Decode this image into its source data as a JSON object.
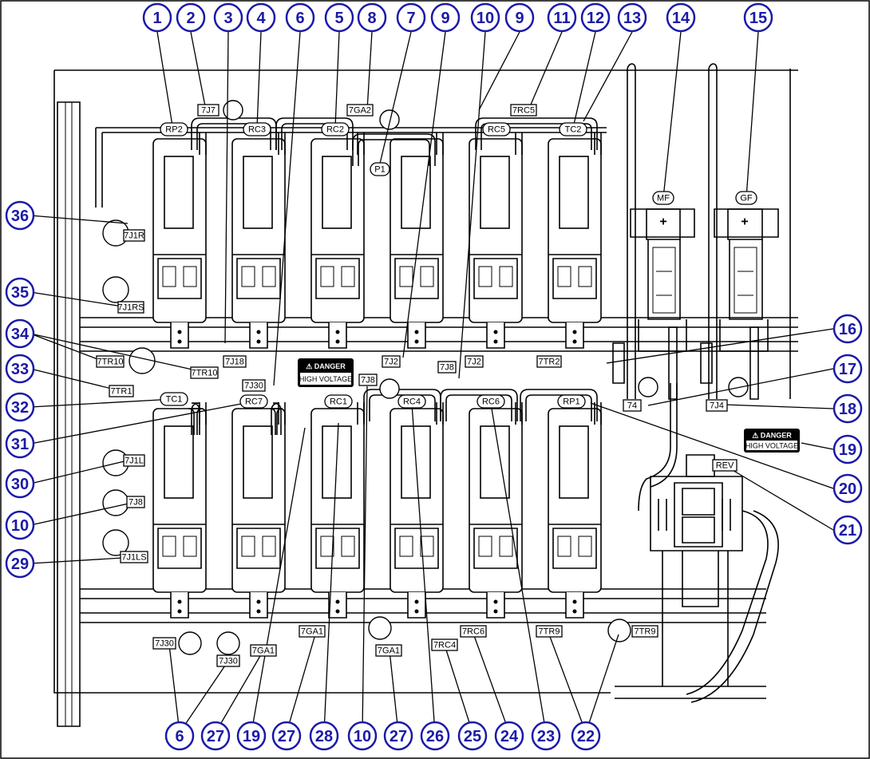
{
  "callouts": [
    {
      "id": "c1",
      "label": "1"
    },
    {
      "id": "c2",
      "label": "2"
    },
    {
      "id": "c3",
      "label": "3"
    },
    {
      "id": "c4",
      "label": "4"
    },
    {
      "id": "c6a",
      "label": "6"
    },
    {
      "id": "c5",
      "label": "5"
    },
    {
      "id": "c8",
      "label": "8"
    },
    {
      "id": "c7",
      "label": "7"
    },
    {
      "id": "c9a",
      "label": "9"
    },
    {
      "id": "c10a",
      "label": "10"
    },
    {
      "id": "c9b",
      "label": "9"
    },
    {
      "id": "c11",
      "label": "11"
    },
    {
      "id": "c12",
      "label": "12"
    },
    {
      "id": "c13",
      "label": "13"
    },
    {
      "id": "c14",
      "label": "14"
    },
    {
      "id": "c15",
      "label": "15"
    },
    {
      "id": "c36",
      "label": "36"
    },
    {
      "id": "c35",
      "label": "35"
    },
    {
      "id": "c34",
      "label": "34"
    },
    {
      "id": "c33",
      "label": "33"
    },
    {
      "id": "c32",
      "label": "32"
    },
    {
      "id": "c31",
      "label": "31"
    },
    {
      "id": "c30",
      "label": "30"
    },
    {
      "id": "c10b",
      "label": "10"
    },
    {
      "id": "c29",
      "label": "29"
    },
    {
      "id": "c16",
      "label": "16"
    },
    {
      "id": "c17",
      "label": "17"
    },
    {
      "id": "c18",
      "label": "18"
    },
    {
      "id": "c19a",
      "label": "19"
    },
    {
      "id": "c20",
      "label": "20"
    },
    {
      "id": "c21",
      "label": "21"
    },
    {
      "id": "c6b",
      "label": "6"
    },
    {
      "id": "c27a",
      "label": "27"
    },
    {
      "id": "c19b",
      "label": "19"
    },
    {
      "id": "c27b",
      "label": "27"
    },
    {
      "id": "c28",
      "label": "28"
    },
    {
      "id": "c10c",
      "label": "10"
    },
    {
      "id": "c27c",
      "label": "27"
    },
    {
      "id": "c26",
      "label": "26"
    },
    {
      "id": "c25",
      "label": "25"
    },
    {
      "id": "c24",
      "label": "24"
    },
    {
      "id": "c23",
      "label": "23"
    },
    {
      "id": "c22",
      "label": "22"
    }
  ],
  "tags": [
    {
      "id": "t7J7",
      "label": "7J7"
    },
    {
      "id": "t7GA2",
      "label": "7GA2"
    },
    {
      "id": "t7RC5",
      "label": "7RC5"
    },
    {
      "id": "t7J1R",
      "label": "7J1R"
    },
    {
      "id": "t7J1RS",
      "label": "7J1RS"
    },
    {
      "id": "t7TR10a",
      "label": "7TR10"
    },
    {
      "id": "t7TR10b",
      "label": "7TR10"
    },
    {
      "id": "t7J18",
      "label": "7J18"
    },
    {
      "id": "t7J2a",
      "label": "7J2"
    },
    {
      "id": "t7J8a",
      "label": "7J8"
    },
    {
      "id": "t7J2b",
      "label": "7J2"
    },
    {
      "id": "t7TR2",
      "label": "7TR2"
    },
    {
      "id": "t7TR1",
      "label": "7TR1"
    },
    {
      "id": "t7J30a",
      "label": "7J30"
    },
    {
      "id": "t7J8b",
      "label": "7J8"
    },
    {
      "id": "t74",
      "label": "74"
    },
    {
      "id": "t7J4",
      "label": "7J4"
    },
    {
      "id": "t7J1L",
      "label": "7J1L"
    },
    {
      "id": "t7J8c",
      "label": "7J8"
    },
    {
      "id": "t7J1LS",
      "label": "7J1LS"
    },
    {
      "id": "tREV",
      "label": "REV"
    },
    {
      "id": "t7J30b",
      "label": "7J30"
    },
    {
      "id": "t7J30c",
      "label": "7J30"
    },
    {
      "id": "t7GA1a",
      "label": "7GA1"
    },
    {
      "id": "t7GA1b",
      "label": "7GA1"
    },
    {
      "id": "t7GA1c",
      "label": "7GA1"
    },
    {
      "id": "t7RC4",
      "label": "7RC4"
    },
    {
      "id": "t7RC6",
      "label": "7RC6"
    },
    {
      "id": "t7TR9a",
      "label": "7TR9"
    },
    {
      "id": "t7TR9b",
      "label": "7TR9"
    }
  ],
  "contactor_labels": [
    {
      "id": "oRP2",
      "label": "RP2"
    },
    {
      "id": "oRC3",
      "label": "RC3"
    },
    {
      "id": "oRC2",
      "label": "RC2"
    },
    {
      "id": "oP1",
      "label": "P1"
    },
    {
      "id": "oRC5",
      "label": "RC5"
    },
    {
      "id": "oTC2",
      "label": "TC2"
    },
    {
      "id": "oMF",
      "label": "MF"
    },
    {
      "id": "oGF",
      "label": "GF"
    },
    {
      "id": "oTC1",
      "label": "TC1"
    },
    {
      "id": "oRC7",
      "label": "RC7"
    },
    {
      "id": "oRC1",
      "label": "RC1"
    },
    {
      "id": "oRC4",
      "label": "RC4"
    },
    {
      "id": "oRC6",
      "label": "RC6"
    },
    {
      "id": "oRP1",
      "label": "RP1"
    }
  ],
  "danger_signs": [
    {
      "id": "d1",
      "top": "⚠ DANGER",
      "bottom": "HIGH VOLTAGE"
    },
    {
      "id": "d2",
      "top": "⚠ DANGER",
      "bottom": "HIGH VOLTAGE"
    }
  ],
  "symbols": {
    "plus": "+"
  }
}
